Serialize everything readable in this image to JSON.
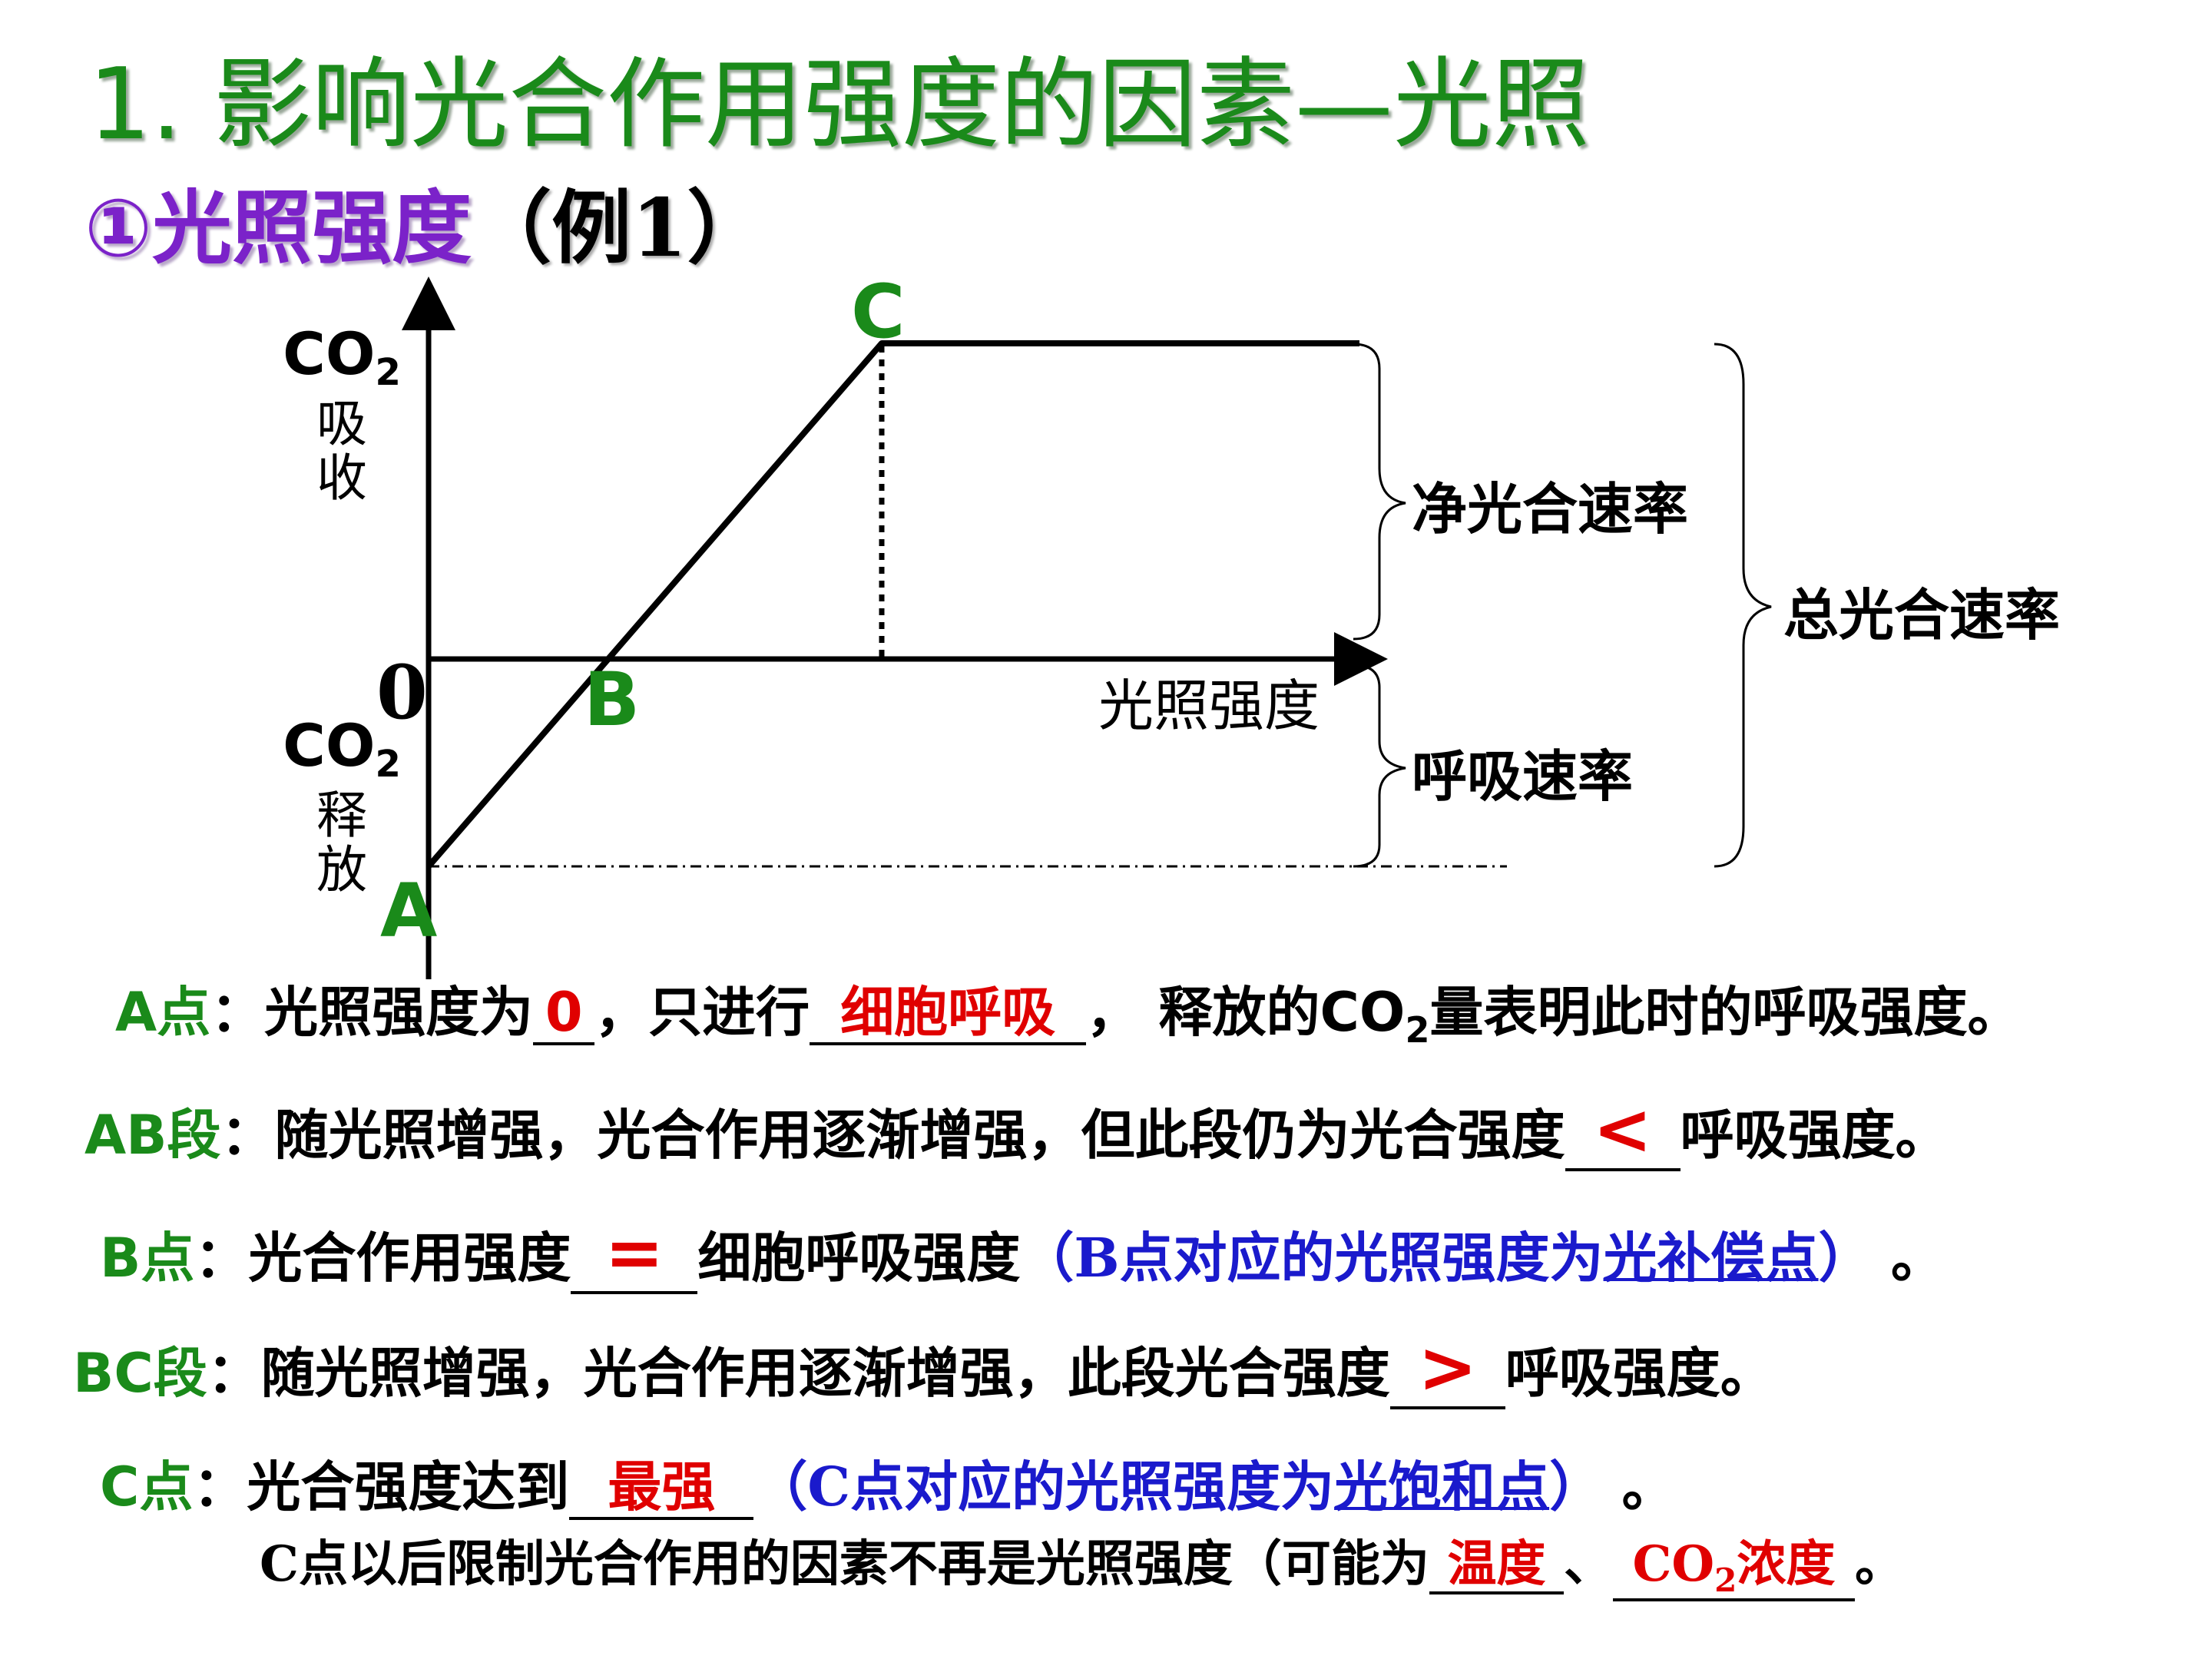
{
  "title": "1. 影响光合作用强度的因素—光照",
  "subtitle": {
    "main": "①光照强度",
    "example": "（例1）"
  },
  "diagram": {
    "y_top_label": {
      "co2": "CO",
      "sub": "2",
      "word": "吸收"
    },
    "y_bottom_label": {
      "co2": "CO",
      "sub": "2",
      "word": "释放"
    },
    "origin_label": "0",
    "x_axis_label": "光照强度",
    "point_a": "A",
    "point_b": "B",
    "point_c": "C",
    "brace_net": "净光合速率",
    "brace_resp": "呼吸速率",
    "brace_total": "总光合速率"
  },
  "lines": {
    "a_point": {
      "label": "A点",
      "t1": "：光照强度为",
      "blank1": "0",
      "t2": "，只进行",
      "blank2": "细胞呼吸",
      "t3": "， 释放的CO",
      "sub": "2",
      "t4": "量表明此时的呼吸强度。"
    },
    "ab_segment": {
      "label": "AB段",
      "t1": "：随光照增强，光合作用逐渐增强，但此段仍为光合强度",
      "blank": "<",
      "t2": "呼吸强度。"
    },
    "b_point": {
      "label": "B点",
      "t1": "：光合作用强度",
      "blank": "=",
      "t2": "细胞呼吸强度",
      "paren_open": "（B点对应的光照强度为",
      "term": "光补偿点",
      "paren_close": "）",
      "end": " 。"
    },
    "bc_segment": {
      "label": "BC段",
      "t1": "：随光照增强，光合作用逐渐增强，此段光合强度",
      "blank": ">",
      "t2": "呼吸强度。"
    },
    "c_point": {
      "label": "C点",
      "t1": "：光合强度达到",
      "blank": "最强",
      "paren_open": "（C点对应的光照强度为",
      "term": "光饱和点",
      "paren_close": "）",
      "end": " 。"
    },
    "c_after": {
      "t1": "C点以后限制光合作用的因素不再是光照强度（可能为",
      "blank1": "温度",
      "sep": "、",
      "blank2_main": "CO",
      "blank2_sub": "2",
      "blank2_tail": "浓度",
      "end": "。"
    }
  }
}
